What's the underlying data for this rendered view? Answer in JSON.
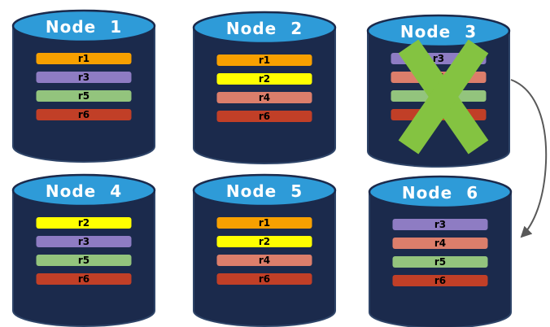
{
  "palette": {
    "navy": "#1B2A4C",
    "navy_edge": "#2E4468",
    "blue": "#2E9BD8",
    "x_green": "#84C341",
    "arrow_gray": "#595959",
    "title_text": "#FFFFFF",
    "row_text": "#000000"
  },
  "nodes": [
    {
      "title": "Node 1",
      "failed": false,
      "rows": [
        {
          "label": "r1",
          "color": "#F7A000"
        },
        {
          "label": "r3",
          "color": "#8E7CC3"
        },
        {
          "label": "r5",
          "color": "#93C47D"
        },
        {
          "label": "r6",
          "color": "#C13F27"
        }
      ]
    },
    {
      "title": "Node 2",
      "failed": false,
      "rows": [
        {
          "label": "r1",
          "color": "#F7A000"
        },
        {
          "label": "r2",
          "color": "#FFFF00"
        },
        {
          "label": "r4",
          "color": "#DC7E6B"
        },
        {
          "label": "r6",
          "color": "#C13F27"
        }
      ]
    },
    {
      "title": "Node 3",
      "failed": true,
      "rows": [
        {
          "label": "r3",
          "color": "#8E7CC3"
        },
        {
          "label": "r4",
          "color": "#DC7E6B"
        },
        {
          "label": "r5",
          "color": "#93C47D"
        },
        {
          "label": "r6",
          "color": "#C13F27"
        }
      ]
    },
    {
      "title": "Node 4",
      "failed": false,
      "rows": [
        {
          "label": "r2",
          "color": "#FFFF00"
        },
        {
          "label": "r3",
          "color": "#8E7CC3"
        },
        {
          "label": "r5",
          "color": "#93C47D"
        },
        {
          "label": "r6",
          "color": "#C13F27"
        }
      ]
    },
    {
      "title": "Node 5",
      "failed": false,
      "rows": [
        {
          "label": "r1",
          "color": "#F7A000"
        },
        {
          "label": "r2",
          "color": "#FFFF00"
        },
        {
          "label": "r4",
          "color": "#DC7E6B"
        },
        {
          "label": "r6",
          "color": "#C13F27"
        }
      ]
    },
    {
      "title": "Node 6",
      "failed": false,
      "rows": [
        {
          "label": "r3",
          "color": "#8E7CC3"
        },
        {
          "label": "r4",
          "color": "#DC7E6B"
        },
        {
          "label": "r5",
          "color": "#93C47D"
        },
        {
          "label": "r6",
          "color": "#C13F27"
        }
      ]
    }
  ],
  "arrow": {
    "from_node": "Node 3",
    "to_node": "Node 6"
  }
}
